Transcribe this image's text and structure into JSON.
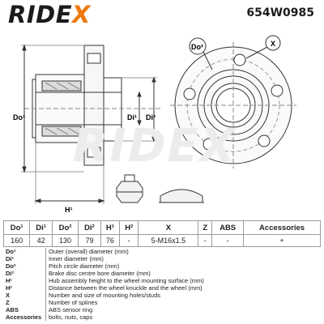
{
  "header": {
    "brand": "RIDEX",
    "part_number": "654W0985"
  },
  "drawing": {
    "labels": {
      "do1": "Do¹",
      "do2": "Do²",
      "di1": "Di¹",
      "di2": "Di²",
      "h1": "H¹",
      "x": "X"
    }
  },
  "specs": {
    "headers": [
      "Do¹",
      "Di¹",
      "Do²",
      "Di²",
      "H¹",
      "H²",
      "X",
      "Z",
      "ABS",
      "Accessories"
    ],
    "values": [
      "160",
      "42",
      "130",
      "79",
      "76",
      "-",
      "5-M16x1.5",
      "-",
      "-",
      "+"
    ]
  },
  "legend": [
    {
      "key": "Do¹",
      "text": "Outer (overall) diameter (mm)"
    },
    {
      "key": "Di¹",
      "text": "Inner diameter (mm)"
    },
    {
      "key": "Do²",
      "text": "Pitch circle diameter (mm)"
    },
    {
      "key": "Di²",
      "text": "Brake disc centre bore diameter (mm)"
    },
    {
      "key": "H¹",
      "text": "Hub assembly height to the wheel mounting surface (mm)"
    },
    {
      "key": "H²",
      "text": "Distance between the wheel knuckle and the wheel (mm)"
    },
    {
      "key": "X",
      "text": "Number and size of mounting holes/studs"
    },
    {
      "key": "Z",
      "text": "Number of splines"
    },
    {
      "key": "ABS",
      "text": "ABS sensor ring"
    },
    {
      "key": "Accessories",
      "text": "bolts, nuts, caps"
    }
  ]
}
